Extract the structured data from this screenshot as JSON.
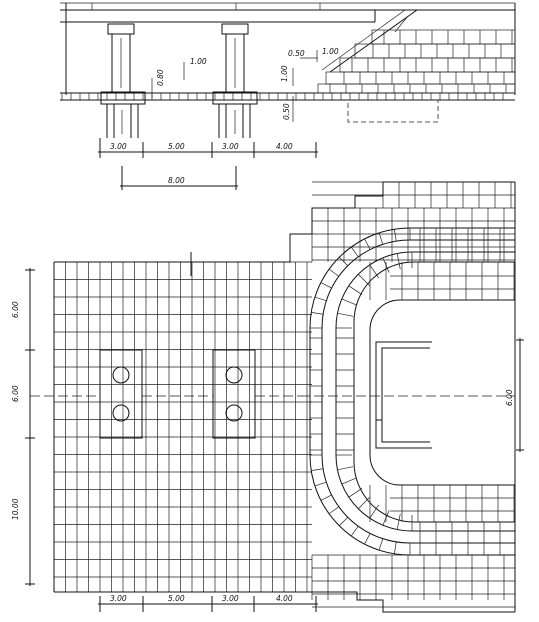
{
  "elevation": {
    "dims_bottom": [
      "3.00",
      "5.00",
      "3.00",
      "4.00"
    ],
    "dim_total": "8.00",
    "dim_pier_gap": "0.80",
    "dim_step_height": "1.00",
    "dim_apron_step_w": "0.50",
    "dim_apron_step_h": "1.00",
    "dim_apron_top": "1.00",
    "dim_apron_thickness": "0.50"
  },
  "plan": {
    "dims_bottom": [
      "3.00",
      "5.00",
      "3.00",
      "4.00"
    ],
    "dims_left": [
      "6.00",
      "6.00",
      "10.00"
    ],
    "dim_right": "6.00"
  }
}
